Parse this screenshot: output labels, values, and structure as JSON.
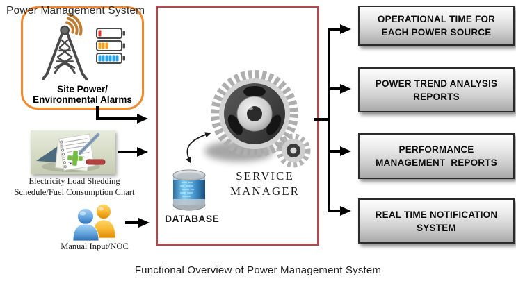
{
  "diagram": {
    "caption": "Functional Overview of Power Management System",
    "center_box": {
      "title": "Power Management System",
      "service_manager_line1": "SERVICE",
      "service_manager_line2": "MANAGER",
      "database_label": "DATABASE"
    },
    "inputs": [
      {
        "id": "site-power-alarms",
        "line1": "Site Power/",
        "line2": "Environmental Alarms"
      },
      {
        "id": "load-shedding-chart",
        "line1": "Electricity Load Shedding",
        "line2": "Schedule/Fuel Consumption Chart"
      },
      {
        "id": "manual-input-noc",
        "label": "Manual Input/NOC"
      }
    ],
    "outputs": [
      {
        "line1": "OPERATIONAL TIME FOR",
        "line2": "EACH POWER SOURCE"
      },
      {
        "line1": "POWER TREND ANALYSIS",
        "line2": "REPORTS"
      },
      {
        "line1": "PERFORMANCE",
        "line2": "MANAGEMENT  REPORTS"
      },
      {
        "line1": "REAL TIME NOTIFICATION",
        "line2": "SYSTEM"
      }
    ],
    "icons": {
      "tower": "cell-tower-icon",
      "batteries": [
        "battery-low-red-icon",
        "battery-half-orange-icon",
        "battery-full-blue-icon"
      ],
      "clipboard": "checklist-clipboard-icon",
      "people": "two-users-icon",
      "gear": "gear-icon",
      "database": "database-cylinder-icon"
    },
    "colors": {
      "input_border_orange": "#F6882C",
      "system_border_maroon": "#A74D4F",
      "output_box_border": "#2B2B2B",
      "arrow_black": "#000000",
      "battery_red": "#E8322A",
      "battery_orange": "#F5A11C",
      "battery_blue": "#29A3E8",
      "people_blue": "#6AA9E0",
      "people_orange": "#F7B733"
    }
  }
}
